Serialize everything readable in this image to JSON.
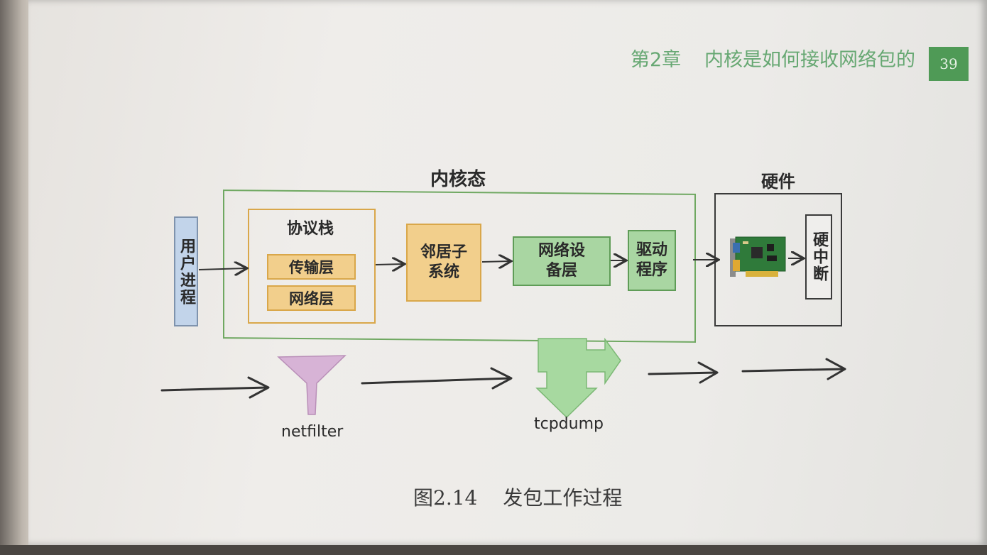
{
  "header": {
    "chapter": "第2章",
    "title": "内核是如何接收网络包的",
    "page_number": "39"
  },
  "diagram": {
    "kernel_label": "内核态",
    "hardware_label": "硬件",
    "user_process": "用户进程",
    "protocol_stack": "协议栈",
    "transport_layer": "传输层",
    "network_layer": "网络层",
    "neighbor_subsystem": "邻居子系统",
    "network_device_layer": "网络设备层",
    "driver": "驱动程序",
    "hard_interrupt": "硬中断",
    "netfilter": "netfilter",
    "tcpdump": "tcpdump"
  },
  "caption": {
    "figure_number": "图2.14",
    "text": "发包工作过程"
  },
  "colors": {
    "header_green": "#67a873",
    "page_badge": "#4f9a56",
    "kernel_border": "#6fa861",
    "orange_fill": "#f2cf8c",
    "orange_border": "#d9a74a",
    "green_fill": "#a9d6a2",
    "green_border": "#5f9c57",
    "user_fill": "#c2d4ea",
    "funnel": "#d7b3d6",
    "tcpdump_arrow": "#a7d9a0"
  }
}
